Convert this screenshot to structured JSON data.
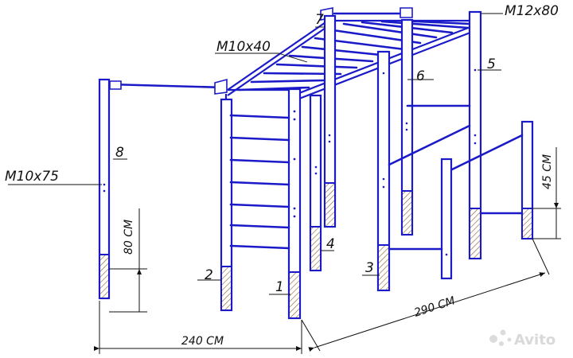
{
  "labels": {
    "bolt_m12x80": "M12x80",
    "bolt_m10x40": "M10x40",
    "bolt_m10x75": "M10x75",
    "part_1": "1",
    "part_2": "2",
    "part_3": "3",
    "part_4": "4",
    "part_5": "5",
    "part_6": "6",
    "part_7": "7",
    "part_8": "8"
  },
  "dimensions": {
    "width": "240 CM",
    "length": "290 CM",
    "depth_ground": "80 CM",
    "bar_drop": "45 CM"
  },
  "watermark": "Avito",
  "colors": {
    "line": "#1a1ac8",
    "dimension": "#111111"
  }
}
